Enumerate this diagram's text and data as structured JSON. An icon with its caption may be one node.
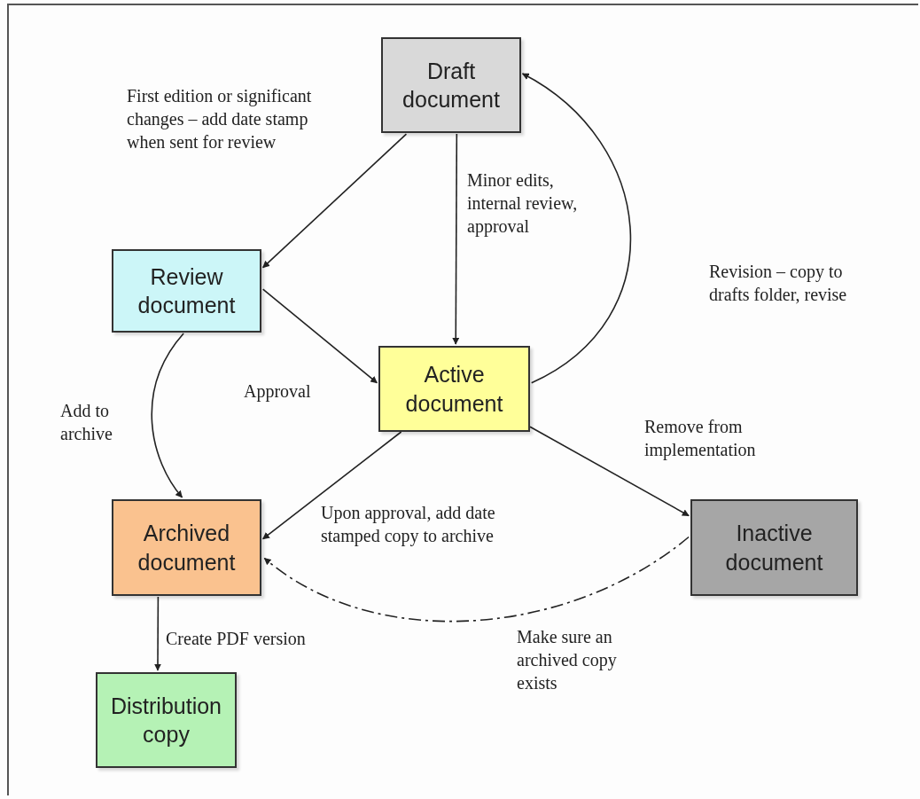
{
  "diagram": {
    "nodes": [
      {
        "text": [
          "Draft document"
        ]
      },
      {
        "text": [
          "Review document"
        ]
      },
      {
        "text": [
          "Active document"
        ]
      },
      {
        "text": [
          "Archived document"
        ]
      },
      {
        "text": [
          "Inactive document"
        ]
      },
      {
        "text": [
          "Distribution copy"
        ]
      }
    ],
    "edges": [
      {
        "from": 0,
        "to": 1,
        "arrow": "to",
        "label": "First edition or significant changes – add date stamp when sent for review"
      },
      {
        "from": 0,
        "to": 2,
        "arrow": "to",
        "label": "Minor edits, internal review, approval"
      },
      {
        "from": 2,
        "to": 0,
        "arrow": "to",
        "label": "Revision – copy to drafts folder, revise"
      },
      {
        "from": 1,
        "to": 2,
        "arrow": "to",
        "label": "Approval"
      },
      {
        "from": 1,
        "to": 3,
        "arrow": "to",
        "label": "Add to archive"
      },
      {
        "from": 2,
        "to": 3,
        "arrow": "to",
        "label": "Upon approval, add date stamped copy to archive"
      },
      {
        "from": 2,
        "to": 4,
        "arrow": "to",
        "label": "Remove from implementation"
      },
      {
        "from": 4,
        "to": 3,
        "arrow": "to",
        "style": "dashed",
        "label": "Make sure an archived copy exists"
      },
      {
        "from": 3,
        "to": 5,
        "arrow": "to",
        "label": "Create PDF version"
      }
    ]
  }
}
